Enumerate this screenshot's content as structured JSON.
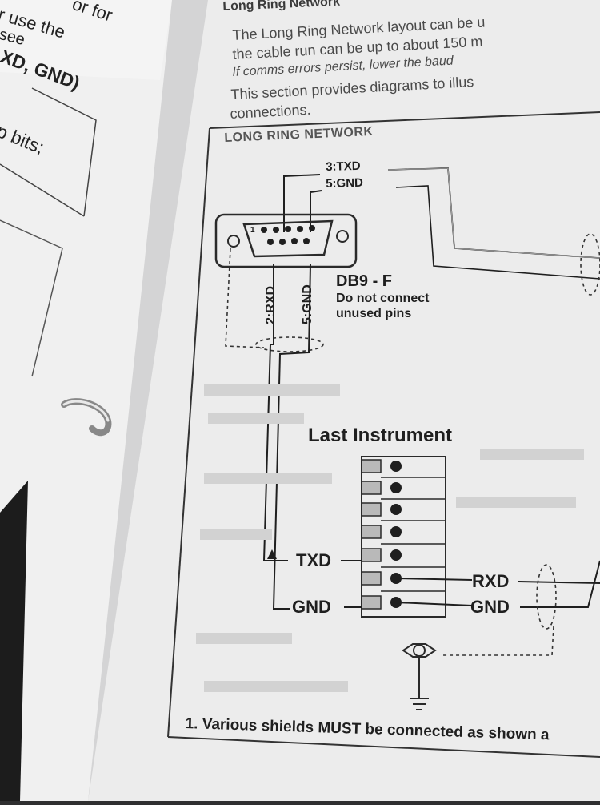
{
  "left_page": {
    "line1": "or for",
    "line2": "r use the",
    "line3": "see",
    "line4": "XD, GND)",
    "line5": "p bits;"
  },
  "section": {
    "heading": "Long Ring Network",
    "para1_line1": "The Long Ring Network layout can be u",
    "para1_line2": "the cable run can be up to about 150 m",
    "para1_line3": "If comms errors persist, lower the baud",
    "para2_line1": "This section provides diagrams to illus",
    "para2_line2": "connections."
  },
  "diagram": {
    "title": "LONG RING NETWORK",
    "top_label_txd": "3:TXD",
    "top_label_gnd": "5:GND",
    "connector_pin1": "1",
    "pin_label_rxd": "2:RXD",
    "pin_label_gnd": "5:GND",
    "connector_name": "DB9 - F",
    "connector_note_line1": "Do not connect",
    "connector_note_line2": "unused pins",
    "instrument_title": "Last Instrument",
    "term_txd": "TXD",
    "term_gnd_left": "GND",
    "term_rxd": "RXD",
    "term_gnd_right": "GND",
    "footnote": "1. Various shields MUST be connected as shown a"
  },
  "colors": {
    "paper": "#efefef",
    "ink": "#1f1f1f",
    "header_ink": "#4a4a4a",
    "terminal_fill": "#b9b9b9"
  }
}
